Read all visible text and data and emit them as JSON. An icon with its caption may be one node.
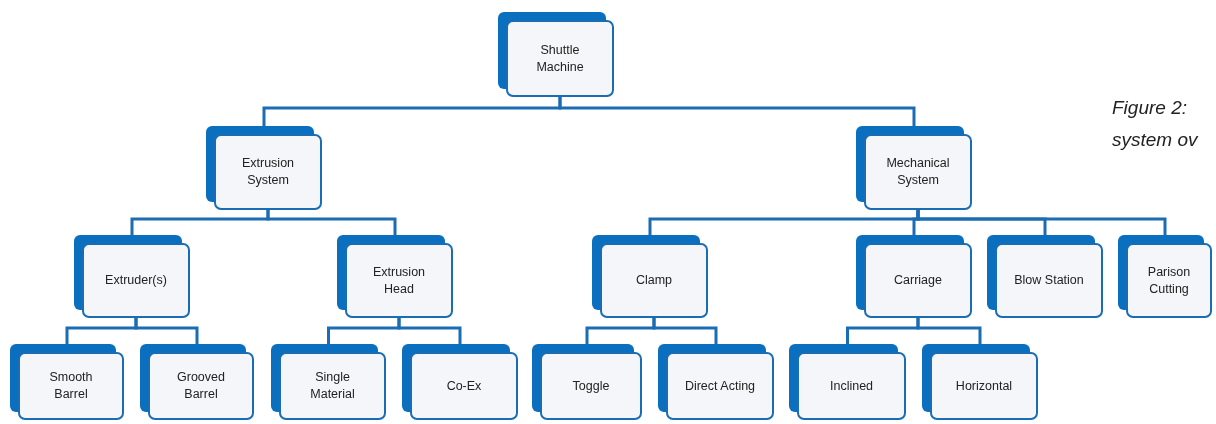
{
  "diagram": {
    "caption": "Figure 2: system ov",
    "nodes": [
      {
        "text": [
          "Shuttle Machine"
        ]
      },
      {
        "text": [
          "Extrusion System"
        ]
      },
      {
        "text": [
          "Mechanical System"
        ]
      },
      {
        "text": [
          "Extruder(s)"
        ]
      },
      {
        "text": [
          "Extrusion Head"
        ]
      },
      {
        "text": [
          "Clamp"
        ]
      },
      {
        "text": [
          "Carriage"
        ]
      },
      {
        "text": [
          "Blow Station"
        ]
      },
      {
        "text": [
          "Parison Cutting"
        ]
      },
      {
        "text": [
          "Smooth Barrel"
        ]
      },
      {
        "text": [
          "Grooved Barrel"
        ]
      },
      {
        "text": [
          "Single Material"
        ]
      },
      {
        "text": [
          "Co-Ex"
        ]
      },
      {
        "text": [
          "Toggle"
        ]
      },
      {
        "text": [
          "Direct Acting"
        ]
      },
      {
        "text": [
          "Inclined"
        ]
      },
      {
        "text": [
          "Horizontal"
        ]
      }
    ],
    "edges": [
      {
        "from": 0,
        "to": 1,
        "arrow": "none"
      },
      {
        "from": 0,
        "to": 2,
        "arrow": "none"
      },
      {
        "from": 1,
        "to": 3,
        "arrow": "none"
      },
      {
        "from": 1,
        "to": 4,
        "arrow": "none"
      },
      {
        "from": 2,
        "to": 5,
        "arrow": "none"
      },
      {
        "from": 2,
        "to": 6,
        "arrow": "none"
      },
      {
        "from": 2,
        "to": 7,
        "arrow": "none"
      },
      {
        "from": 2,
        "to": 8,
        "arrow": "none"
      },
      {
        "from": 3,
        "to": 9,
        "arrow": "none"
      },
      {
        "from": 3,
        "to": 10,
        "arrow": "none"
      },
      {
        "from": 4,
        "to": 11,
        "arrow": "none"
      },
      {
        "from": 4,
        "to": 12,
        "arrow": "none"
      },
      {
        "from": 5,
        "to": 13,
        "arrow": "none"
      },
      {
        "from": 5,
        "to": 14,
        "arrow": "none"
      },
      {
        "from": 6,
        "to": 15,
        "arrow": "none"
      },
      {
        "from": 6,
        "to": 16,
        "arrow": "none"
      }
    ]
  }
}
